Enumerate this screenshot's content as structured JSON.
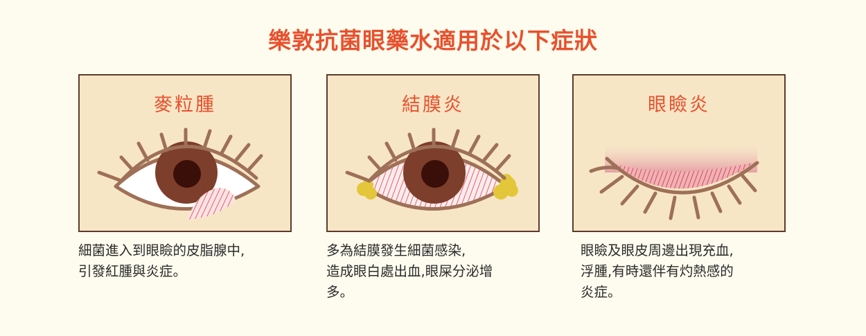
{
  "header": {
    "title": "樂敦抗菌眼藥水適用於以下症狀"
  },
  "colors": {
    "title": "#e8512e",
    "background": "#fefcee",
    "card_fill": "#f7e6c6",
    "card_border": "#5d3a2c",
    "eye_outline": "#9e7057",
    "iris": "#7d3f2b",
    "pupil": "#3a0f09",
    "redness": "#e06070",
    "discharge": "#e3c63a"
  },
  "cards": [
    {
      "title": "麥粒腫",
      "illustration": "stye-eye-illustration",
      "description": [
        "細菌進入到眼瞼的皮脂腺中,",
        "引發紅腫與炎症。"
      ]
    },
    {
      "title": "結膜炎",
      "illustration": "conjunctivitis-eye-illustration",
      "description": [
        "多為結膜發生細菌感染,",
        "造成眼白處出血,眼屎分泌增",
        "多。"
      ]
    },
    {
      "title": "眼瞼炎",
      "illustration": "blepharitis-closed-eye-illustration",
      "description": [
        "眼瞼及眼皮周邊出現充血,",
        "浮腫,有時還伴有灼熱感的",
        "炎症。"
      ]
    }
  ]
}
